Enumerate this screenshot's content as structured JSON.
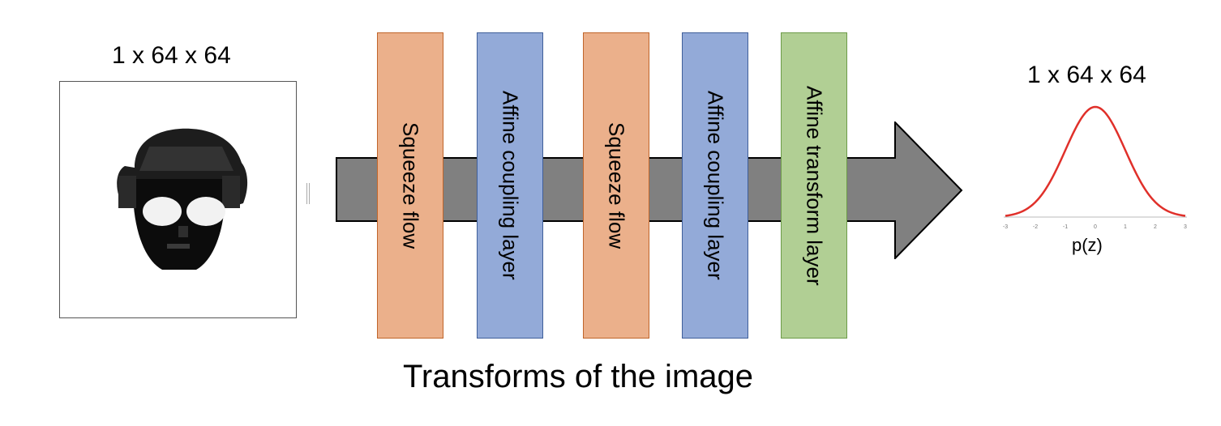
{
  "input": {
    "dims": "1 x 64 x 64",
    "image": "pixelated-face-icon"
  },
  "layers": [
    {
      "label": "Squeeze flow",
      "kind": "squeeze",
      "color": "#ebb08b"
    },
    {
      "label": "Affine coupling layer",
      "kind": "coupling",
      "color": "#93aad8"
    },
    {
      "label": "Squeeze flow",
      "kind": "squeeze",
      "color": "#ebb08b"
    },
    {
      "label": "Affine coupling layer",
      "kind": "coupling",
      "color": "#93aad8"
    },
    {
      "label": "Affine transform layer",
      "kind": "affine",
      "color": "#b1cf94"
    }
  ],
  "output": {
    "dims": "1 x 64 x 64",
    "distribution_label": "p(z)",
    "curve_color": "#e0302a",
    "x_ticks": [
      "-3",
      "-2",
      "-1",
      "0",
      "1",
      "2",
      "3"
    ]
  },
  "arrow_color": "#808080",
  "caption": "Transforms of the image"
}
